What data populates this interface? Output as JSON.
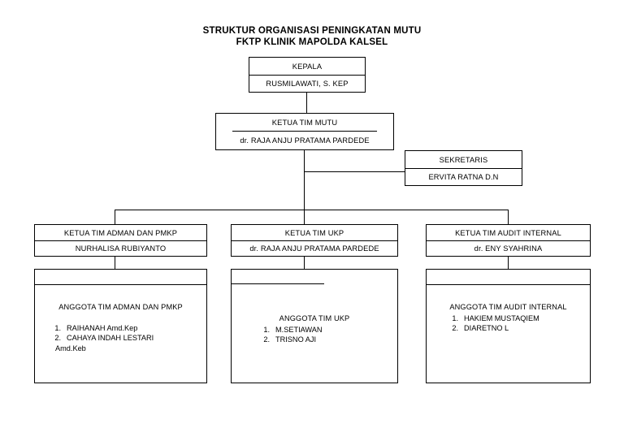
{
  "title": {
    "line1": "STRUKTUR ORGANISASI PENINGKATAN MUTU",
    "line2": "FKTP KLINIK MAPOLDA KALSEL"
  },
  "colors": {
    "line": "#000000",
    "background": "#ffffff",
    "text": "#000000"
  },
  "nodes": {
    "kepala": {
      "role": "KEPALA",
      "name": "RUSMILAWATI, S. KEP"
    },
    "ketua_tim_mutu": {
      "role": "KETUA TIM MUTU",
      "name": "dr. RAJA ANJU PRATAMA PARDEDE"
    },
    "sekretaris": {
      "role": "SEKRETARIS",
      "name": "ERVITA RATNA D.N"
    },
    "ketua_adman": {
      "role": "KETUA TIM ADMAN DAN PMKP",
      "name": "NURHALISA RUBIYANTO"
    },
    "ketua_ukp": {
      "role": "KETUA TIM UKP",
      "name": "dr. RAJA ANJU PRATAMA PARDEDE"
    },
    "ketua_audit": {
      "role": "KETUA TIM AUDIT INTERNAL",
      "name": "dr. ENY SYAHRINA"
    }
  },
  "members": {
    "adman": {
      "title": "ANGGOTA TIM ADMAN DAN PMKP",
      "people": [
        {
          "num": "1.",
          "name": "RAIHANAH Amd.Kep",
          "cont": ""
        },
        {
          "num": "2.",
          "name": "CAHAYA INDAH LESTARI",
          "cont": "Amd.Keb"
        }
      ]
    },
    "ukp": {
      "title": "ANGGOTA TIM UKP",
      "people": [
        {
          "num": "1.",
          "name": "M.SETIAWAN",
          "cont": ""
        },
        {
          "num": "2.",
          "name": "TRISNO AJI",
          "cont": ""
        }
      ]
    },
    "audit": {
      "title": "ANGGOTA TIM AUDIT INTERNAL",
      "people": [
        {
          "num": "1.",
          "name": "HAKIEM MUSTAQIEM",
          "cont": ""
        },
        {
          "num": "2.",
          "name": "DIARETNO L",
          "cont": ""
        }
      ]
    }
  }
}
